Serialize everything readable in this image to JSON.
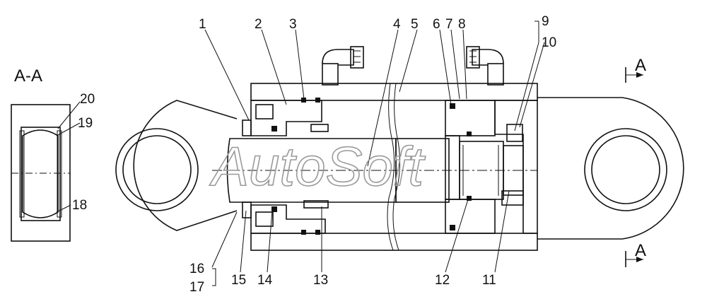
{
  "section_title": "A-A",
  "section_mark": "A",
  "watermark": "AutoSoft",
  "callouts": [
    "1",
    "2",
    "3",
    "4",
    "5",
    "6",
    "7",
    "8",
    "9",
    "10",
    "11",
    "12",
    "13",
    "14",
    "15",
    "16",
    "17",
    "18",
    "19",
    "20"
  ],
  "colors": {
    "line": "#111111",
    "hatch": "#555555",
    "watermark": "#9a9a9a",
    "background": "#ffffff"
  }
}
